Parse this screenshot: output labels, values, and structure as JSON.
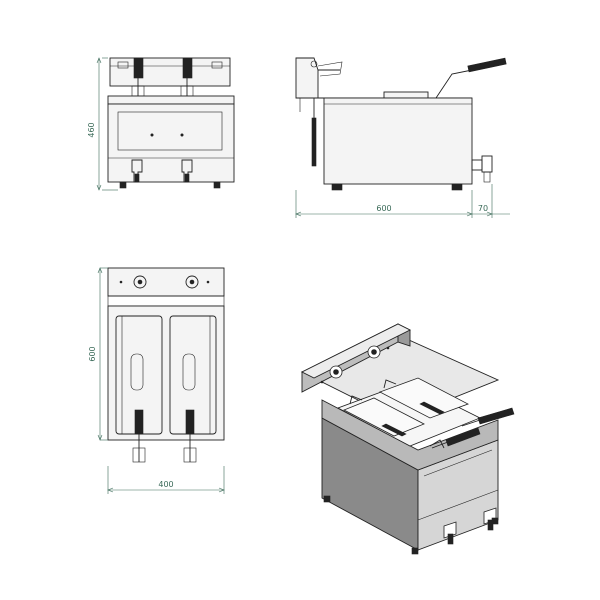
{
  "drawing": {
    "views": [
      "front-view",
      "side-view",
      "top-view",
      "isometric-view"
    ],
    "dimensions": {
      "front_height": "460",
      "side_depth": "600",
      "side_handle": "70",
      "top_depth": "600",
      "top_width": "400"
    },
    "colors": {
      "line": "#222222",
      "dimension": "#3a6a58",
      "steel_light": "#f4f4f4",
      "steel_mid": "#cfcfcf",
      "steel_dark": "#7a7a7a",
      "handle": "#1a1a1a"
    }
  }
}
